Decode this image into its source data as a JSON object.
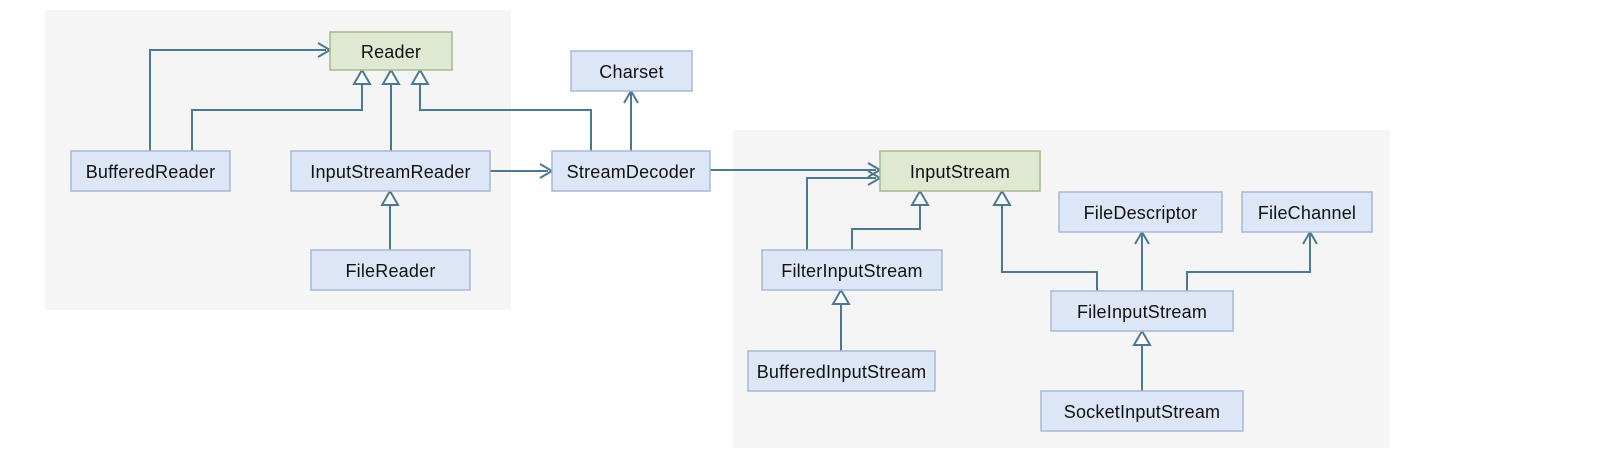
{
  "diagram": {
    "type": "uml-class-diagram",
    "nodes": [
      {
        "id": "reader",
        "label": "Reader",
        "kind": "green"
      },
      {
        "id": "charset",
        "label": "Charset",
        "kind": "blue"
      },
      {
        "id": "buffered-reader",
        "label": "BufferedReader",
        "kind": "blue"
      },
      {
        "id": "input-stream-reader",
        "label": "InputStreamReader",
        "kind": "blue"
      },
      {
        "id": "stream-decoder",
        "label": "StreamDecoder",
        "kind": "blue"
      },
      {
        "id": "file-reader",
        "label": "FileReader",
        "kind": "blue"
      },
      {
        "id": "input-stream",
        "label": "InputStream",
        "kind": "green"
      },
      {
        "id": "file-descriptor",
        "label": "FileDescriptor",
        "kind": "blue"
      },
      {
        "id": "file-channel",
        "label": "FileChannel",
        "kind": "blue"
      },
      {
        "id": "filter-input-stream",
        "label": "FilterInputStream",
        "kind": "blue"
      },
      {
        "id": "file-input-stream",
        "label": "FileInputStream",
        "kind": "blue"
      },
      {
        "id": "buffered-input-stream",
        "label": "BufferedInputStream",
        "kind": "blue"
      },
      {
        "id": "socket-input-stream",
        "label": "SocketInputStream",
        "kind": "blue"
      }
    ],
    "relations": [
      {
        "from": "BufferedReader",
        "to": "Reader",
        "kind": "association"
      },
      {
        "from": "BufferedReader",
        "to": "Reader",
        "kind": "generalization"
      },
      {
        "from": "InputStreamReader",
        "to": "Reader",
        "kind": "generalization"
      },
      {
        "from": "StreamDecoder",
        "to": "Reader",
        "kind": "generalization"
      },
      {
        "from": "StreamDecoder",
        "to": "Charset",
        "kind": "association"
      },
      {
        "from": "InputStreamReader",
        "to": "StreamDecoder",
        "kind": "association"
      },
      {
        "from": "StreamDecoder",
        "to": "InputStream",
        "kind": "association"
      },
      {
        "from": "FilterInputStream",
        "to": "InputStream",
        "kind": "association"
      },
      {
        "from": "FilterInputStream",
        "to": "InputStream",
        "kind": "generalization"
      },
      {
        "from": "FileInputStream",
        "to": "InputStream",
        "kind": "generalization"
      },
      {
        "from": "FileInputStream",
        "to": "FileDescriptor",
        "kind": "association"
      },
      {
        "from": "FileInputStream",
        "to": "FileChannel",
        "kind": "association"
      },
      {
        "from": "BufferedInputStream",
        "to": "FilterInputStream",
        "kind": "generalization"
      },
      {
        "from": "SocketInputStream",
        "to": "FileInputStream",
        "kind": "generalization"
      },
      {
        "from": "FileReader",
        "to": "InputStreamReader",
        "kind": "generalization"
      }
    ],
    "colors": {
      "node_fill_blue": "#dce6f7",
      "node_border_blue": "#a6b8d8",
      "node_fill_green": "#dfe9d2",
      "node_border_green": "#a4ba8c",
      "edge_stroke": "#4d7891",
      "panel_background": "#f5f5f5",
      "page_background": "#ffffff",
      "label_text": "#111111"
    }
  }
}
